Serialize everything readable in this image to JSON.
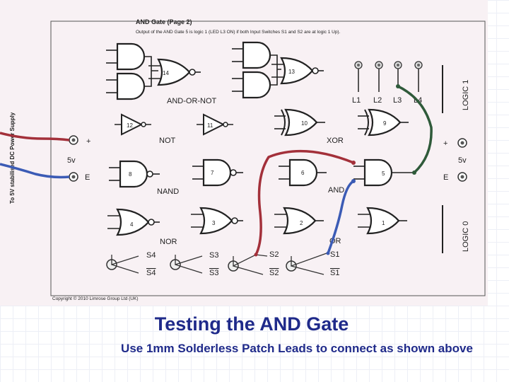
{
  "slide": {
    "title": "Testing the AND Gate",
    "subtitle": "Use 1mm Solderless Patch Leads to connect as shown above"
  },
  "board": {
    "heading": "AND Gate (Page 2)",
    "description": "Output of the AND Gate 5 is logic 1 (LED L3 ON) if both Input Switches S1 and S2 are at logic 1 Up).",
    "power_supply_label": "To 5V stabilised DC Power Supply",
    "copyright": "Copyright © 2010 Limrose Group Ltd (UK)",
    "left_plus": "+",
    "left_5v": "5v",
    "left_e": "E",
    "right_plus": "+",
    "right_5v": "5v",
    "right_e": "E",
    "section_labels": {
      "and_or_not": "AND-OR-NOT",
      "not": "NOT",
      "xor": "XOR",
      "nand": "NAND",
      "and": "AND",
      "nor": "NOR",
      "or": "OR",
      "logic1": "LOGIC 1",
      "logic0": "LOGIC 0"
    },
    "leds": [
      "L1",
      "L2",
      "L3",
      "L4"
    ],
    "gate_numbers": {
      "g14": "14",
      "g13": "13",
      "g12": "12",
      "g11": "11",
      "g10": "10",
      "g9": "9",
      "g8": "8",
      "g7": "7",
      "g6": "6",
      "g5": "5",
      "g4": "4",
      "g3": "3",
      "g2": "2",
      "g1": "1"
    },
    "switches": [
      {
        "up": "S4",
        "down": "S4"
      },
      {
        "up": "S3",
        "down": "S3"
      },
      {
        "up": "S2",
        "down": "S2"
      },
      {
        "up": "S1",
        "down": "S1"
      }
    ],
    "wire_colors": {
      "red": "#a3303a",
      "blue": "#3b5bb5",
      "green": "#2f5a3a"
    }
  }
}
